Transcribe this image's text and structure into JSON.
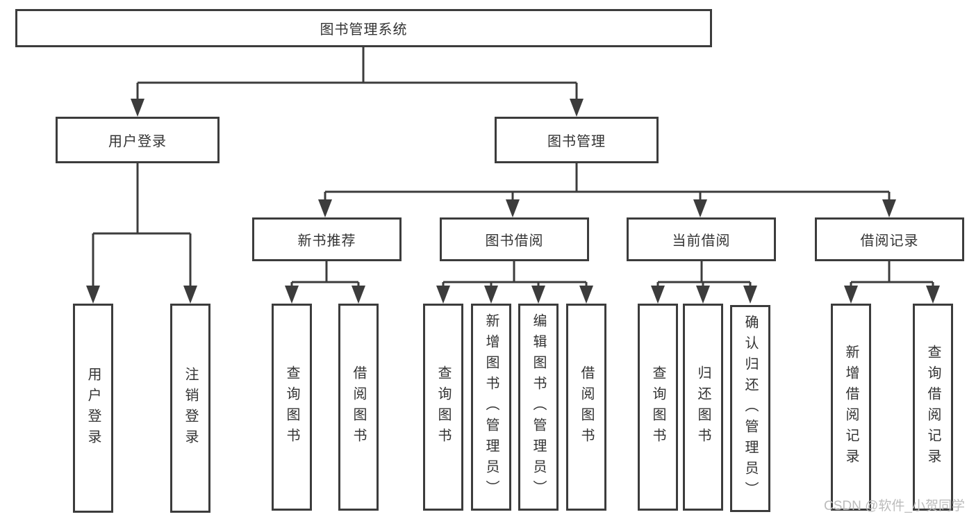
{
  "style": {
    "line_color": "#3c3c3c",
    "box_border_color": "#3c3c3c",
    "text_color": "#333333",
    "watermark_color": "#bcbcbc",
    "background": "#ffffff"
  },
  "watermark": "CSDN @软件_小贺同学",
  "chart_data": {
    "type": "tree-diagram",
    "title": "图书管理系统"
  },
  "tree": {
    "root": {
      "label": "图书管理系统"
    },
    "level2": [
      {
        "label": "用户登录"
      },
      {
        "label": "图书管理"
      }
    ],
    "level3": [
      {
        "label": "新书推荐"
      },
      {
        "label": "图书借阅"
      },
      {
        "label": "当前借阅"
      },
      {
        "label": "借阅记录"
      }
    ],
    "leaves": {
      "user_login": [
        {
          "label": "用户登录"
        },
        {
          "label": "注销登录"
        }
      ],
      "new_book": [
        {
          "label": "查询图书"
        },
        {
          "label": "借阅图书"
        }
      ],
      "book_borrow": [
        {
          "label": "查询图书"
        },
        {
          "label": "新增图书（管理员）"
        },
        {
          "label": "编辑图书（管理员）"
        },
        {
          "label": "借阅图书"
        }
      ],
      "current_borrow": [
        {
          "label": "查询图书"
        },
        {
          "label": "归还图书"
        },
        {
          "label": "确认归还（管理员）"
        }
      ],
      "borrow_record": [
        {
          "label": "新增借阅记录"
        },
        {
          "label": "查询借阅记录"
        }
      ]
    }
  }
}
